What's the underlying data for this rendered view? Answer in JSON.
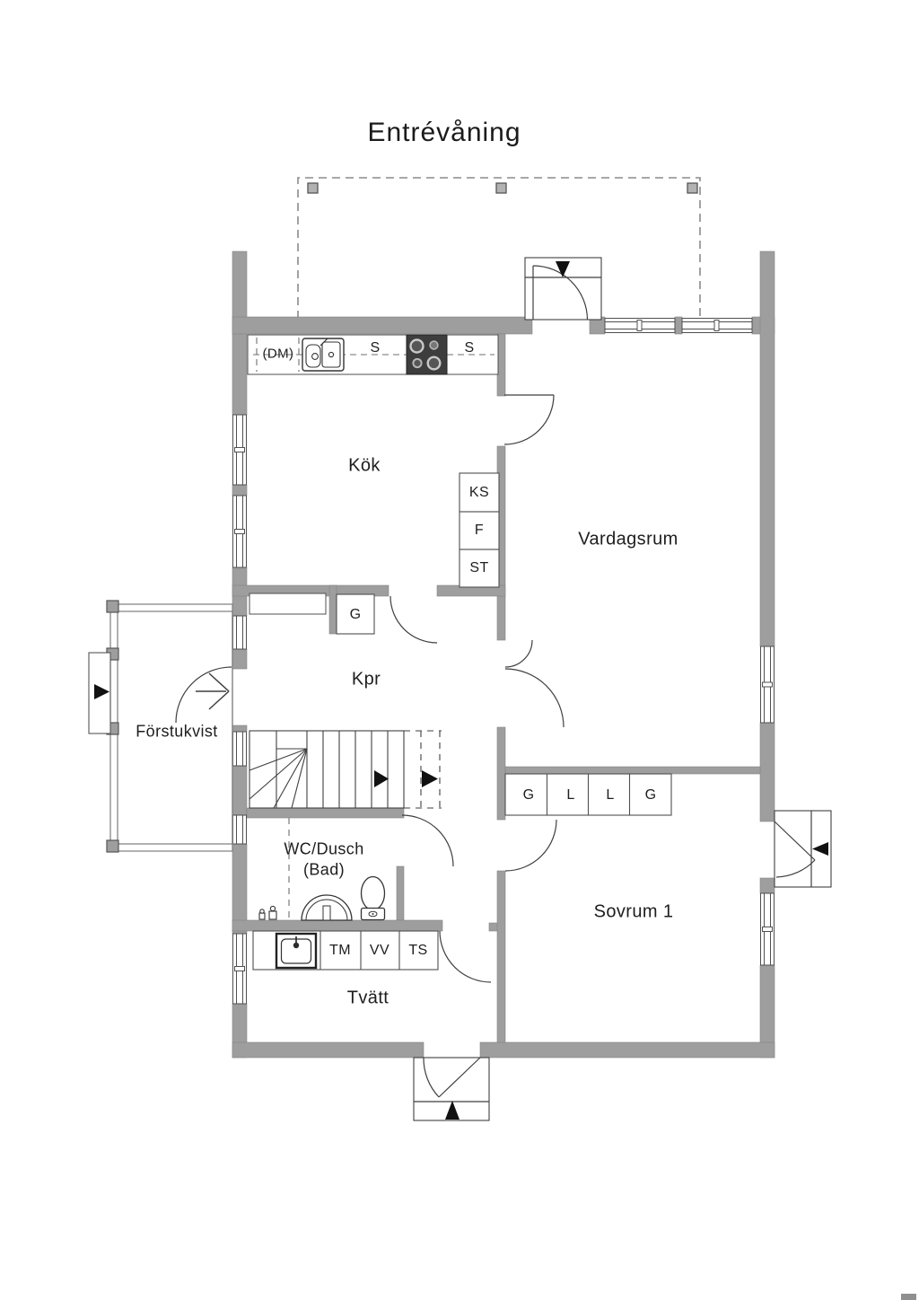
{
  "title": "Entrévåning",
  "rooms": {
    "kitchen": "Kök",
    "living": "Vardagsrum",
    "corridor": "Kpr",
    "porch": "Förstukvist",
    "wc_line1": "WC/Dusch",
    "wc_line2": "(Bad)",
    "laundry": "Tvätt",
    "bedroom": "Sovrum 1"
  },
  "kitchen_fittings": {
    "dishwasher": "(DM)",
    "counter_left": "S",
    "counter_right": "S"
  },
  "closets": {
    "ks": "KS",
    "f": "F",
    "st": "ST",
    "hall_g": "G",
    "row": [
      "G",
      "L",
      "L",
      "G"
    ]
  },
  "laundry_fittings": {
    "tm": "TM",
    "vv": "VV",
    "ts": "TS"
  },
  "colors": {
    "wall": "#9e9e9e",
    "outline": "#3f3f3f",
    "dashed": "#8a8a8a",
    "stove": "#3d3d3d",
    "text": "#1e1e1e"
  }
}
